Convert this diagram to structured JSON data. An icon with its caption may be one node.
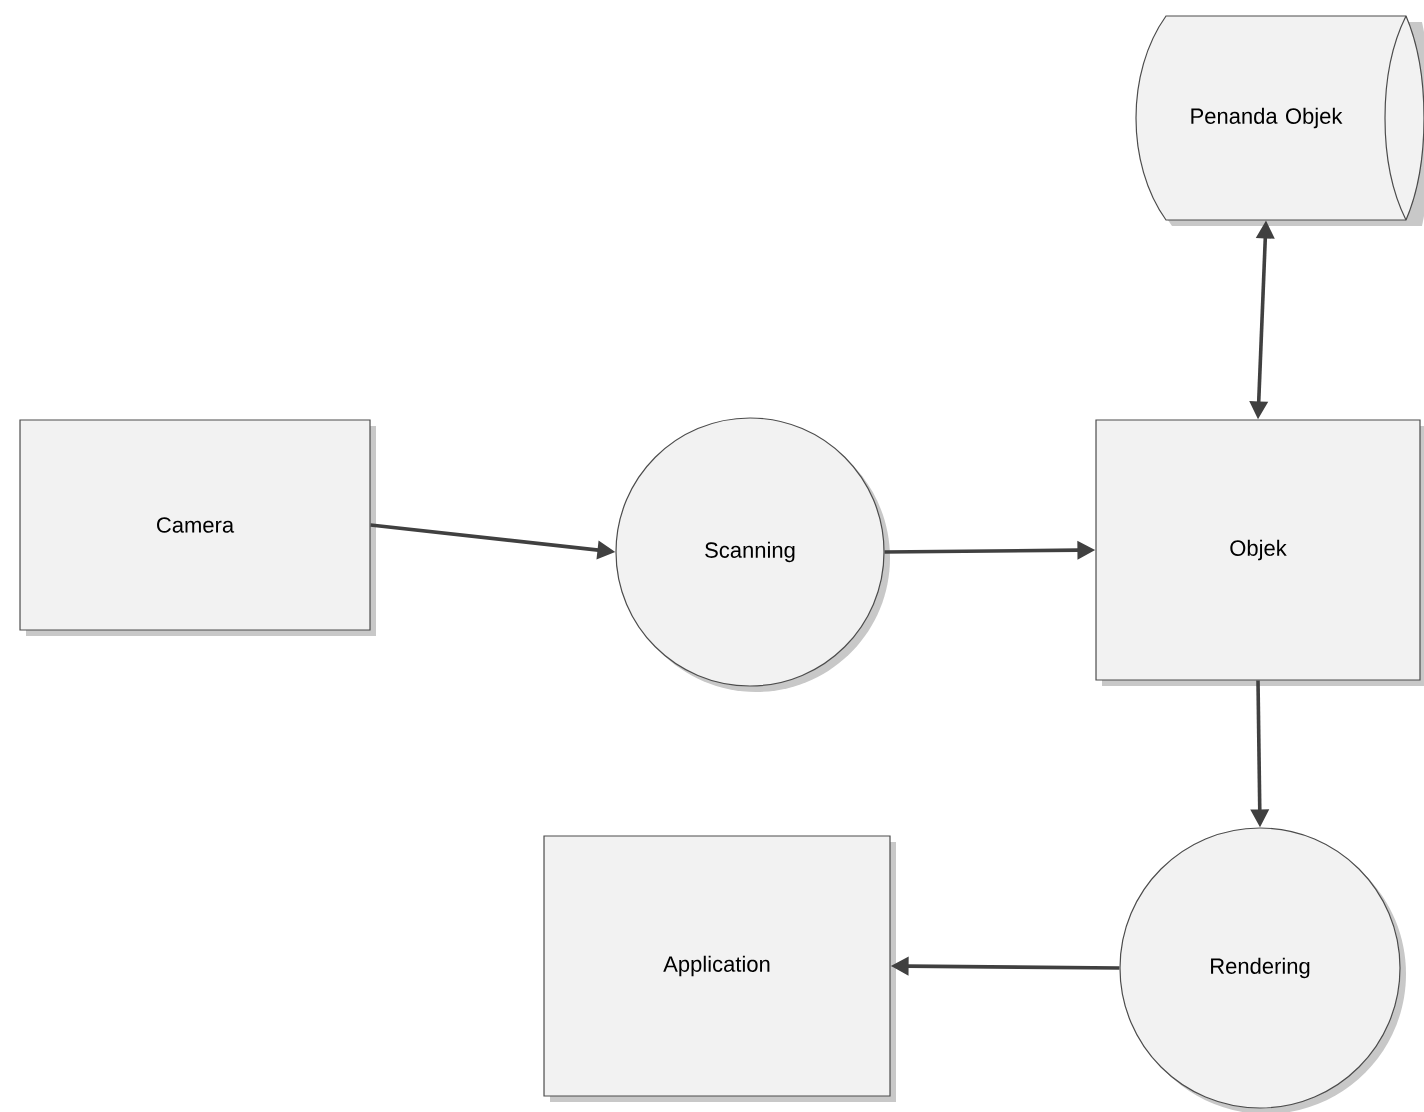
{
  "diagram": {
    "nodes": [
      {
        "text": [
          "Camera"
        ]
      },
      {
        "text": [
          "Scanning"
        ]
      },
      {
        "text": [
          "Penanda Objek"
        ]
      },
      {
        "text": [
          "Objek"
        ]
      },
      {
        "text": [
          "Rendering"
        ]
      },
      {
        "text": [
          "Application"
        ]
      }
    ],
    "edges": [
      {
        "from": 0,
        "to": 1,
        "arrow": "to"
      },
      {
        "from": 1,
        "to": 3,
        "arrow": "to"
      },
      {
        "from": 2,
        "to": 3,
        "arrow": "both"
      },
      {
        "from": 3,
        "to": 4,
        "arrow": "to"
      },
      {
        "from": 4,
        "to": 5,
        "arrow": "to"
      }
    ]
  }
}
